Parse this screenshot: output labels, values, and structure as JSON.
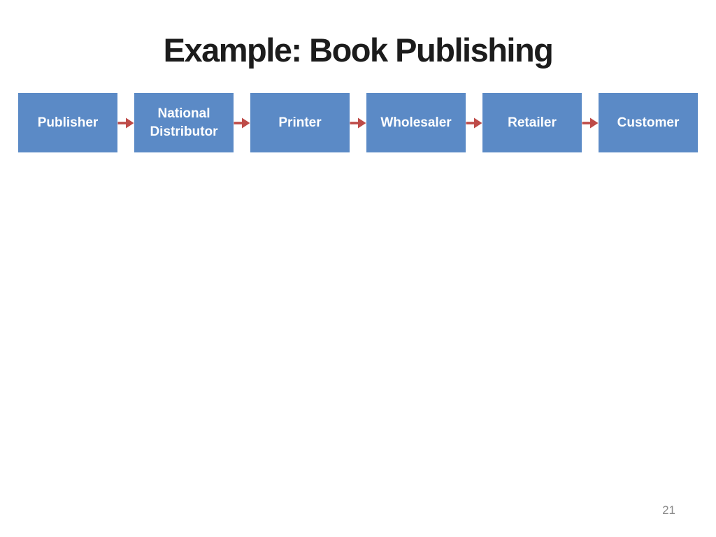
{
  "slide": {
    "title": "Example: Book Publishing",
    "page_number": "21"
  },
  "diagram": {
    "type": "flow",
    "direction": "left-to-right",
    "connector": "arrow-right",
    "nodes": [
      {
        "label": "Publisher"
      },
      {
        "label": "National Distributor"
      },
      {
        "label": "Printer"
      },
      {
        "label": "Wholesaler"
      },
      {
        "label": "Retailer"
      },
      {
        "label": "Customer"
      }
    ]
  },
  "theme": {
    "background": "#ffffff",
    "node-fill": "#5b8ac6",
    "node-text": "#ffffff",
    "arrow-color": "#be4b48",
    "title-color": "#1c1c1c",
    "page-number-color": "#8c8c8c"
  }
}
